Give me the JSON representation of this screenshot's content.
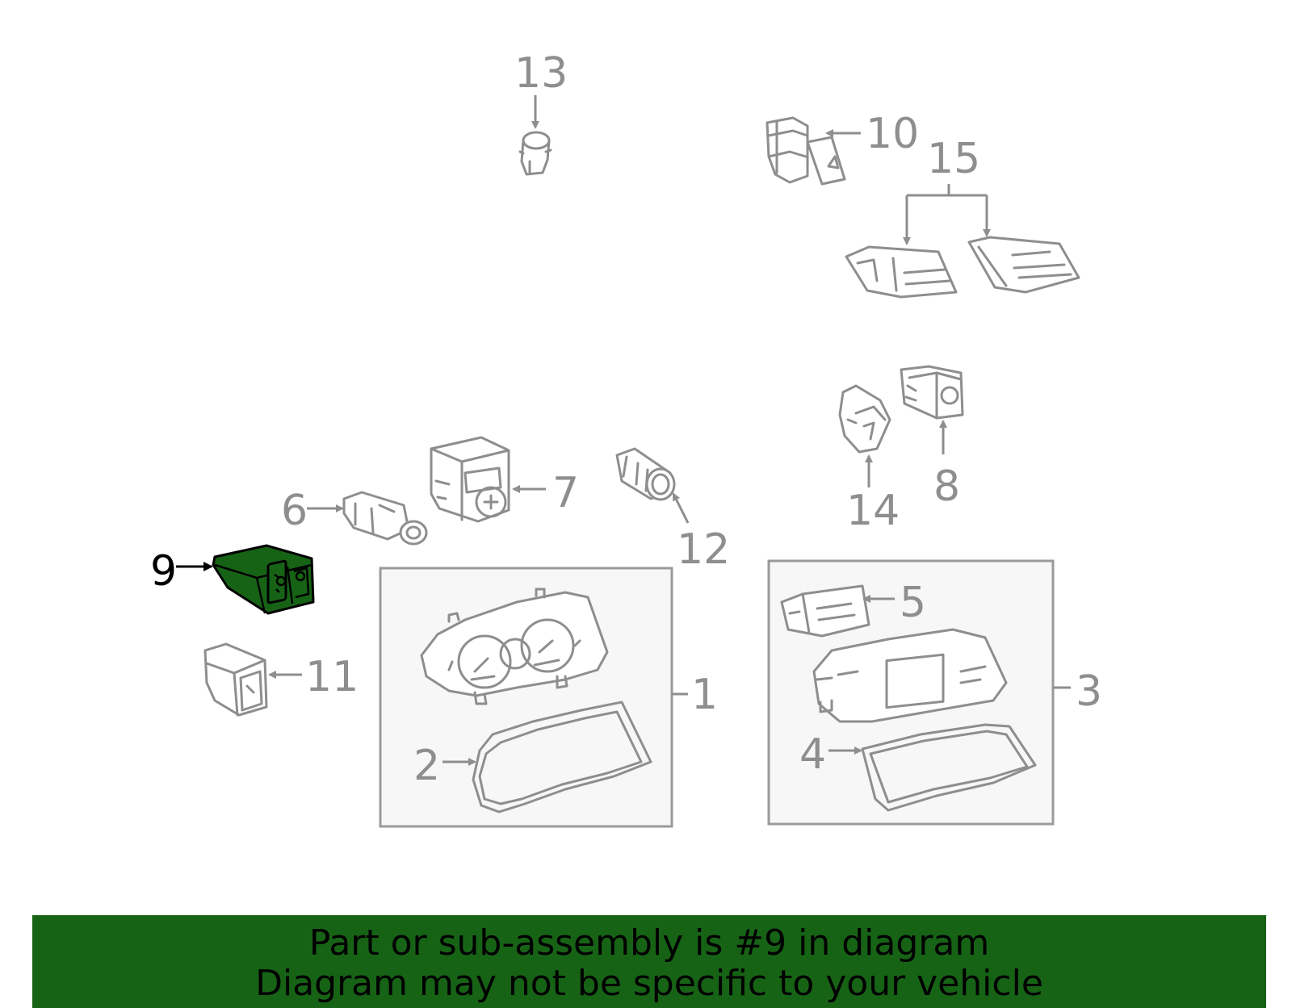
{
  "highlighted_part": "9",
  "accent_color": "#176316",
  "callouts": {
    "c1": "1",
    "c2": "2",
    "c3": "3",
    "c4": "4",
    "c5": "5",
    "c6": "6",
    "c7": "7",
    "c8": "8",
    "c9": "9",
    "c10": "10",
    "c11": "11",
    "c12": "12",
    "c13": "13",
    "c14": "14",
    "c15": "15"
  },
  "banner": {
    "line1": "Part or sub-assembly is #9 in diagram",
    "line2": "Diagram may not be specific to your vehicle"
  }
}
